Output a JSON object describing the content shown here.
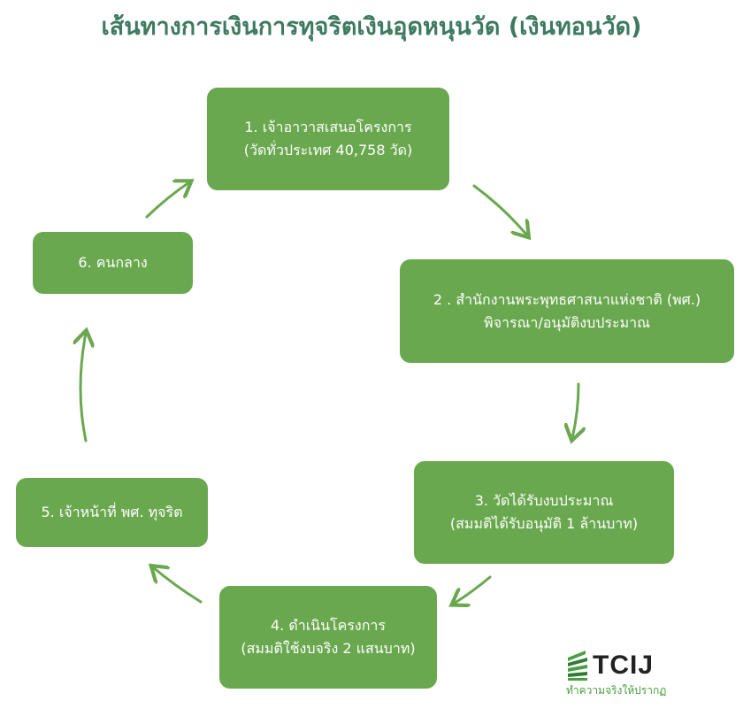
{
  "title": "เส้นทางการเงินการทุจริตเงินอุดหนุนวัด (เงินทอนวัด)",
  "steps": [
    {
      "line1": "1. เจ้าอาวาสเสนอโครงการ",
      "line2": "(วัดทั่วประเทศ 40,758 วัด)"
    },
    {
      "line1": "2 . สำนักงานพระพุทธศาสนาแห่งชาติ (พศ.)",
      "line2": "พิจารณา/อนุมัติงบประมาณ"
    },
    {
      "line1": "3. วัดได้รับงบประมาณ",
      "line2": "(สมมติได้รับอนุมัติ 1 ล้านบาท)"
    },
    {
      "line1": "4. ดำเนินโครงการ",
      "line2": "(สมมติใช้งบจริง 2 แสนบาท)"
    },
    {
      "line1": "5. เจ้าหน้าที่ พศ. ทุจริต"
    },
    {
      "line1": "6. คนกลาง"
    }
  ],
  "logo": {
    "name": "TCIJ",
    "tagline": "ทำความจริงให้ปรากฏ"
  },
  "colors": {
    "title": "#3d7a5f",
    "box": "#6aa84f",
    "arrow": "#6aa84f"
  }
}
